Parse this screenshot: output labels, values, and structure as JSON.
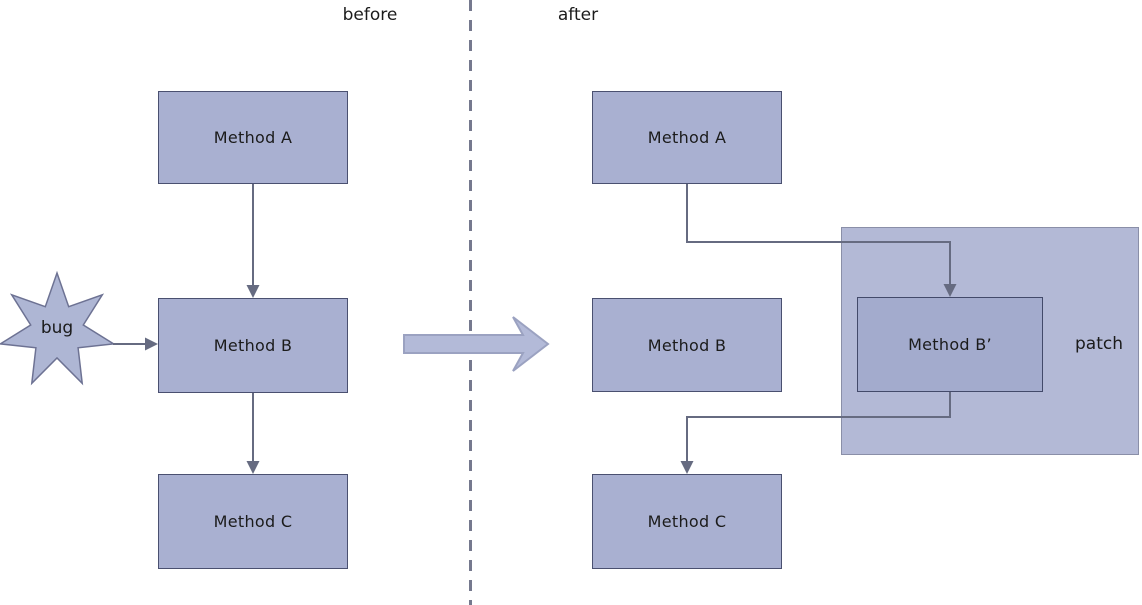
{
  "diagram": {
    "title_hint": "hot-patch method call diagram",
    "sections": {
      "before_label": "before",
      "after_label": "after"
    },
    "before": {
      "method_a": "Method A",
      "method_b": "Method B",
      "method_c": "Method C",
      "bug_label": "bug"
    },
    "after": {
      "method_a": "Method A",
      "method_b": "Method B",
      "method_c": "Method C",
      "method_b_prime": "Method B’",
      "patch_label": "patch"
    },
    "icons": {
      "bug_star": "bug-star-icon",
      "transform_arrow": "transform-arrow-icon",
      "divider": "dashed-divider-line"
    },
    "colors": {
      "box_fill": "#a9b0d1",
      "box_border": "#4a5070",
      "patch_fill": "#b3b9d6",
      "patch_border": "#8a8fa8",
      "bprime_fill": "#a3abcd",
      "star_fill": "#aeb6d4",
      "star_border": "#6d7293",
      "connector": "#666b81",
      "divider": "#75798e",
      "big_arrow_fill": "#b3bad8",
      "big_arrow_border": "#9ba2c1",
      "text": "#1b1b1b"
    }
  }
}
